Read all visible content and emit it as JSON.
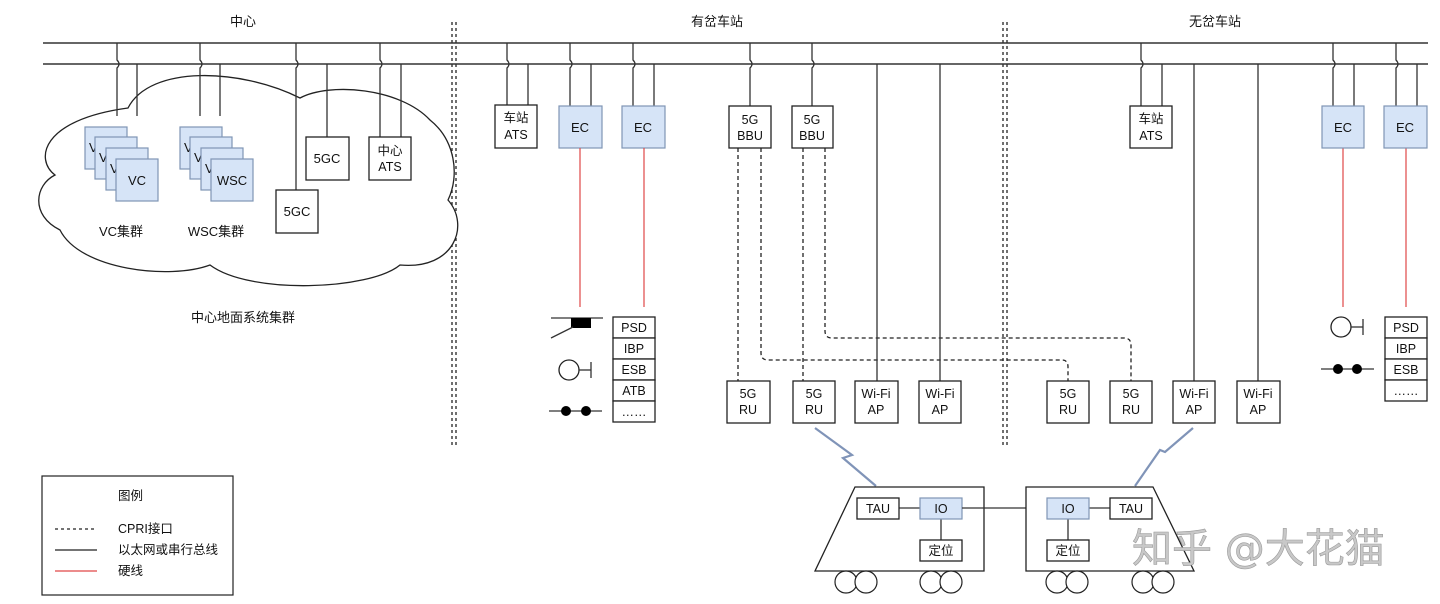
{
  "sections": {
    "center": "中心",
    "branch_station": "有岔车站",
    "nonbranch_station": "无岔车站"
  },
  "cloud": {
    "label": "中心地面系统集群",
    "vc_cluster_label": "VC集群",
    "wsc_cluster_label": "WSC集群",
    "vc_stack_peek": "V",
    "vc_front": "VC",
    "wsc_front": "WSC",
    "fivegc_a": "5GC",
    "fivegc_b": "5GC",
    "center_ats_line1": "中心",
    "center_ats_line2": "ATS"
  },
  "branch": {
    "station_ats_line1": "车站",
    "station_ats_line2": "ATS",
    "ec1": "EC",
    "ec2": "EC",
    "bbu1_line1": "5G",
    "bbu1_line2": "BBU",
    "bbu2_line1": "5G",
    "bbu2_line2": "BBU",
    "trackside_items": [
      "PSD",
      "IBP",
      "ESB",
      "ATB",
      "……"
    ],
    "ru1_line1": "5G",
    "ru1_line2": "RU",
    "ru2_line1": "5G",
    "ru2_line2": "RU",
    "ap1_line1": "Wi-Fi",
    "ap1_line2": "AP",
    "ap2_line1": "Wi-Fi",
    "ap2_line2": "AP"
  },
  "nonbranch": {
    "station_ats_line1": "车站",
    "station_ats_line2": "ATS",
    "ec1": "EC",
    "ec2": "EC",
    "trackside_items": [
      "PSD",
      "IBP",
      "ESB",
      "……"
    ],
    "ru1_line1": "5G",
    "ru1_line2": "RU",
    "ru2_line1": "5G",
    "ru2_line2": "RU",
    "ap1_line1": "Wi-Fi",
    "ap1_line2": "AP",
    "ap2_line1": "Wi-Fi",
    "ap2_line2": "AP"
  },
  "train": {
    "car1": {
      "tau": "TAU",
      "io": "IO",
      "positioning": "定位"
    },
    "car2": {
      "tau": "TAU",
      "io": "IO",
      "positioning": "定位"
    }
  },
  "legend": {
    "title": "图例",
    "items": [
      {
        "label": "CPRI接口",
        "style": "dashed",
        "color": "#222222"
      },
      {
        "label": "以太网或串行总线",
        "style": "solid",
        "color": "#222222"
      },
      {
        "label": "硬线",
        "style": "solid",
        "color": "#e04848"
      }
    ]
  },
  "watermark": "知乎 @大花猫",
  "colors": {
    "controller_fill": "#d6e4f7",
    "controller_stroke": "#7f95b5",
    "hardwire": "#e04848",
    "radio_link": "#8094b8"
  }
}
